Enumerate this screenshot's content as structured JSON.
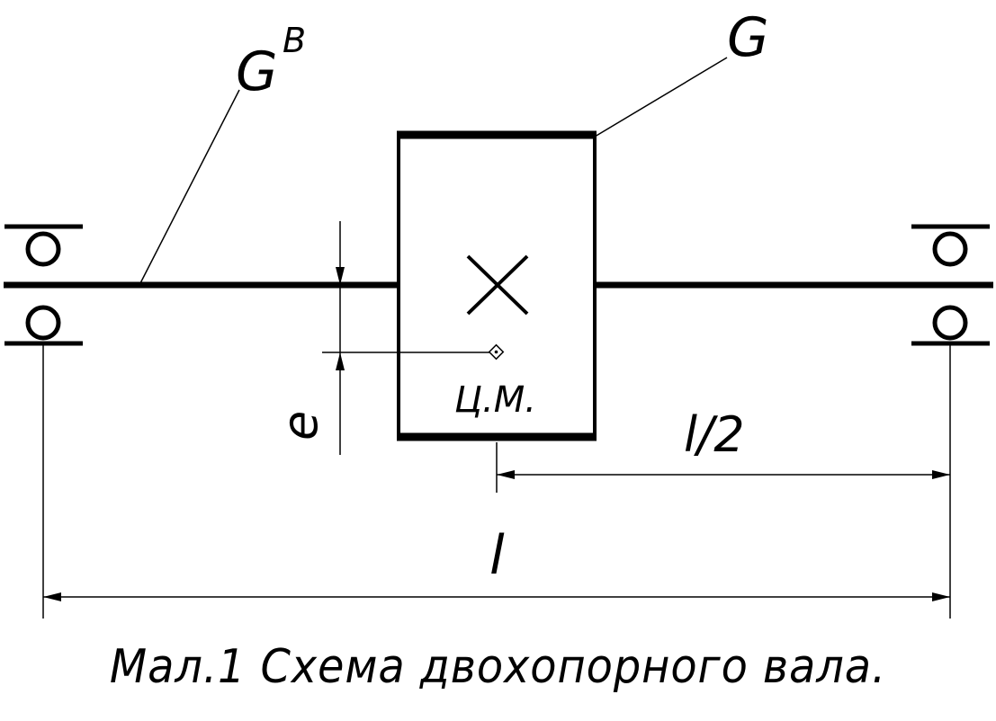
{
  "labels": {
    "shaft_weight": "G",
    "shaft_weight_sup": "B",
    "disk_weight": "G",
    "center_of_mass": "Ц.М.",
    "eccentricity": "e",
    "half_length": "l/2",
    "length": "l"
  },
  "caption": "Мал.1 Схема двохопорного вала.",
  "colors": {
    "stroke": "#000000",
    "background": "#ffffff"
  }
}
